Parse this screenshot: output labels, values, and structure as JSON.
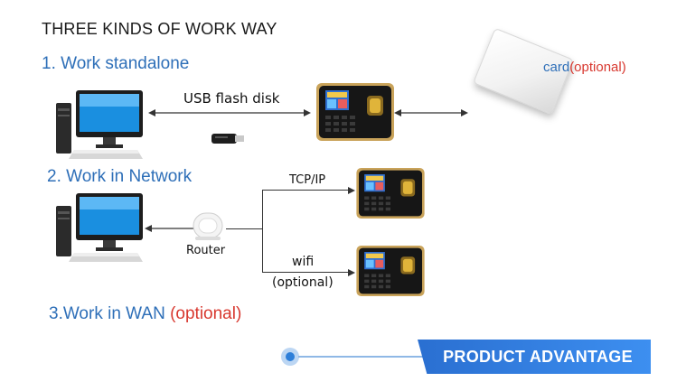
{
  "title": "THREE KINDS OF WORK WAY",
  "steps": {
    "standalone": "1. Work standalone",
    "network": "2. Work in Network",
    "wan_prefix": "3.Work in WAN ",
    "wan_optional": "(optional)"
  },
  "labels": {
    "usb": "USB flash disk",
    "tcpip": "TCP/IP",
    "router": "Router",
    "wifi": "wifi",
    "wifi_optional": "(optional)",
    "card": "card",
    "card_optional": "(optional)"
  },
  "banner": "PRODUCT ADVANTAGE",
  "colors": {
    "step_blue": "#2e6fb8",
    "optional_red": "#d8382f",
    "banner_blue": "#2a6fd1"
  }
}
